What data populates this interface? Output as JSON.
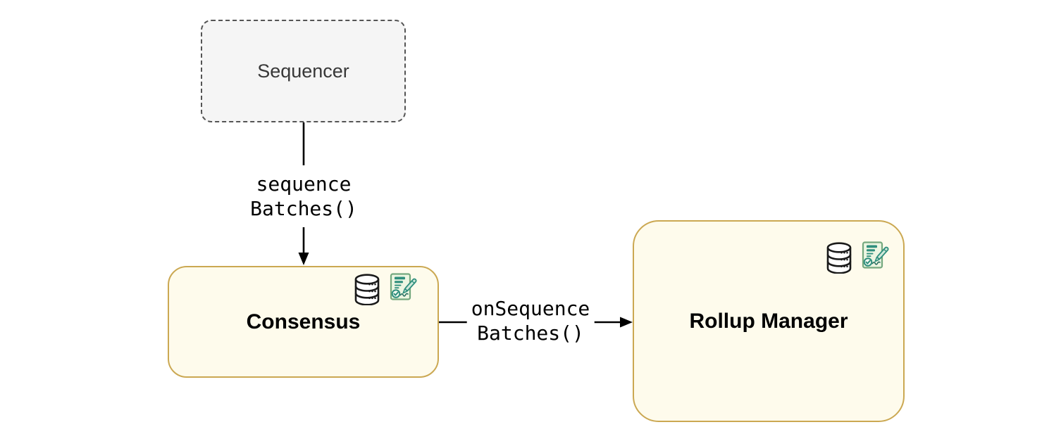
{
  "diagram": {
    "nodes": {
      "sequencer": {
        "label": "Sequencer",
        "style": "dashed-gray",
        "icons": []
      },
      "consensus": {
        "label": "Consensus",
        "style": "rounded-gold",
        "icons": [
          "database-icon",
          "signed-contract-icon"
        ]
      },
      "rollup_manager": {
        "label": "Rollup Manager",
        "style": "rounded-gold",
        "icons": [
          "database-icon",
          "signed-contract-icon"
        ]
      }
    },
    "edges": {
      "sequence_batches": {
        "from": "sequencer",
        "to": "consensus",
        "direction": "down",
        "lines": [
          "sequence",
          "Batches()"
        ]
      },
      "on_sequence_batches": {
        "from": "consensus",
        "to": "rollup_manager",
        "direction": "right",
        "lines": [
          "onSequence",
          "Batches()"
        ]
      }
    }
  },
  "colors": {
    "canvas_bg": "#ffffff",
    "node_fill": "#fefbec",
    "node_border": "#cba852",
    "node_text": "#000000",
    "sequencer_fill": "#f5f5f5",
    "sequencer_border": "#545454",
    "sequencer_text": "#383838",
    "arrow": "#000000",
    "edge_label_text": "#000000",
    "icon_ink": "#1a1a1a",
    "icon_teal": "#2f8f7d",
    "icon_green_border": "#74a87e",
    "icon_green_fill": "#edf6e2",
    "icon_pen_fill": "#cfe8d9"
  }
}
